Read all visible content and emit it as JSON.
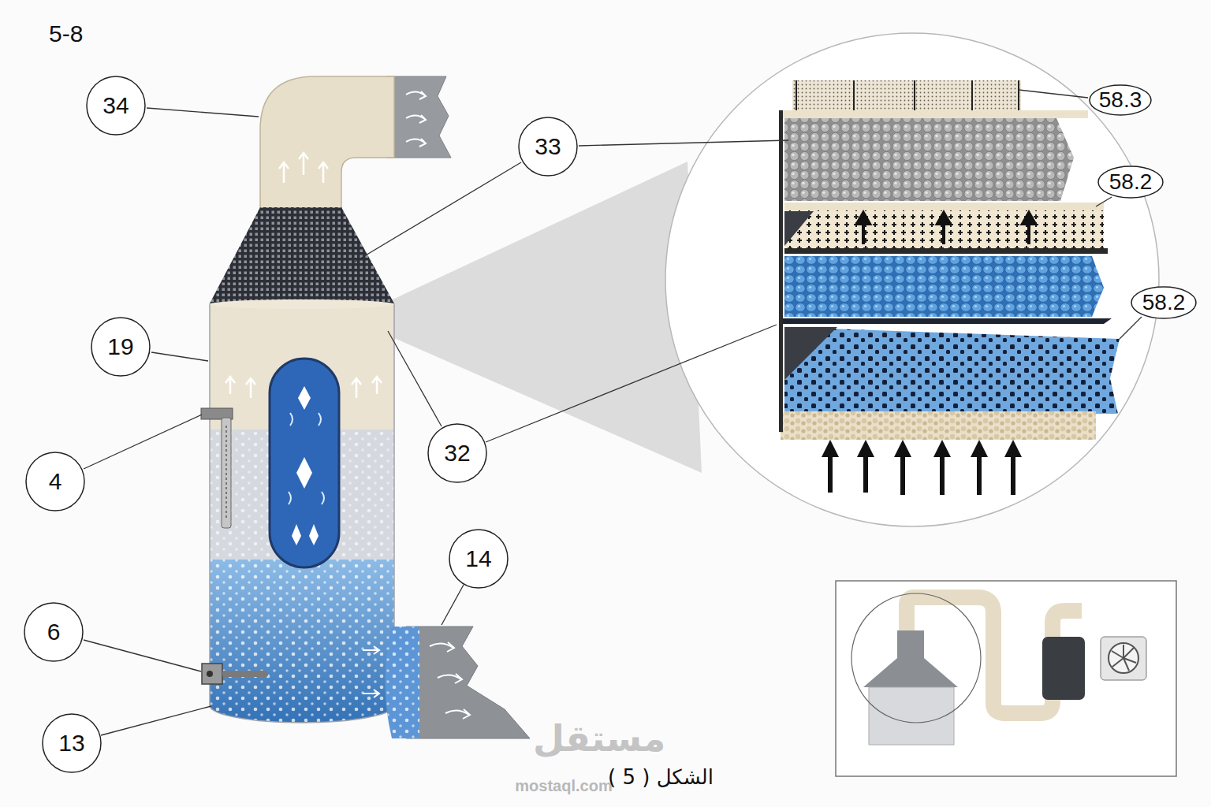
{
  "diagram": {
    "caption": "الشكل ( 5 )",
    "nodes": [
      {
        "text": [
          "34"
        ]
      },
      {
        "text": [
          "58.3"
        ]
      },
      {
        "text": [
          "33"
        ]
      },
      {
        "text": [
          "58.2"
        ]
      },
      {
        "text": [
          "58.2"
        ]
      },
      {
        "text": [
          "19"
        ]
      },
      {
        "text": [
          "32"
        ]
      },
      {
        "text": [
          "4"
        ]
      },
      {
        "text": [
          "14"
        ]
      },
      {
        "text": [
          "6"
        ]
      },
      {
        "text": [
          "13"
        ]
      }
    ],
    "labels": [
      "5-8",
      "مستقل",
      "mostaql.com"
    ]
  }
}
